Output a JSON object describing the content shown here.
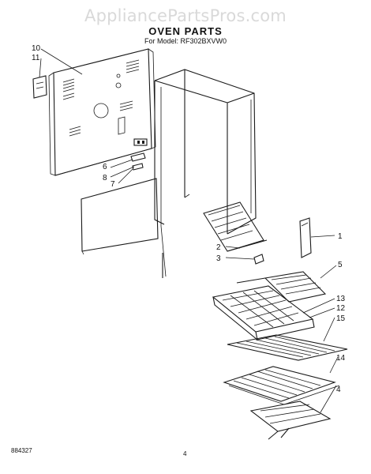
{
  "watermark": "AppliancePartsPros.com",
  "title": "OVEN PARTS",
  "subtitle": "For Model: RF302BXVW0",
  "footer": {
    "code": "884327",
    "page": "4"
  },
  "callouts": [
    "1",
    "2",
    "3",
    "4",
    "5",
    "6",
    "7",
    "8",
    "10",
    "11",
    "12",
    "13",
    "14",
    "15"
  ]
}
